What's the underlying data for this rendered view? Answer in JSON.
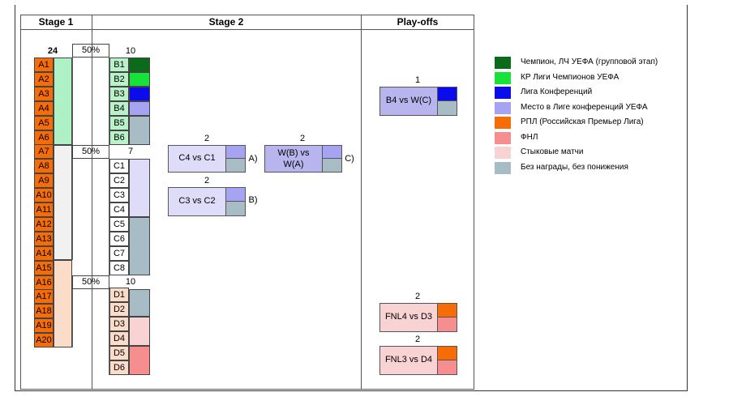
{
  "colors": {
    "ucl_group": "#0b6b1a",
    "ucl_qual": "#17e23a",
    "uecl": "#0b0bec",
    "uecl_place": "#a6a4f2",
    "rpl": "#f66d07",
    "fnl": "#f68d8f",
    "playoff": "#f9d2d4",
    "none": "#a8bcc6",
    "a_top": "#aef1c5",
    "a_mid": "#f1f1f1",
    "a_bot": "#fbdcc9",
    "b_group": "#b9f2c8",
    "c_group": "#dedcf8",
    "d_group": "#fbdcc9",
    "box_bg": "#b7b4ee",
    "box_pink": "#f9d2d4"
  },
  "headers": {
    "stage1": "Stage 1",
    "stage2": "Stage 2",
    "playoffs": "Play-offs"
  },
  "stage1": {
    "count": "24",
    "teams": [
      "A1",
      "A2",
      "A3",
      "A4",
      "A5",
      "A6",
      "A7",
      "A8",
      "A9",
      "A10",
      "A11",
      "A12",
      "A13",
      "A14",
      "A15",
      "A16",
      "A17",
      "A18",
      "A19",
      "A20"
    ]
  },
  "splits": [
    {
      "pct": "50%",
      "count": "10"
    },
    {
      "pct": "50%",
      "count": "7"
    },
    {
      "pct": "50%",
      "count": "10"
    }
  ],
  "group_b": [
    "B1",
    "B2",
    "B3",
    "B4",
    "B5",
    "B6"
  ],
  "group_c": [
    "C1",
    "C2",
    "C3",
    "C4",
    "C5",
    "C6",
    "C7",
    "C8"
  ],
  "group_d": [
    "D1",
    "D2",
    "D3",
    "D4",
    "D5",
    "D6"
  ],
  "matches": [
    {
      "count": "2",
      "label": "C4 vs C1",
      "tag": "A)"
    },
    {
      "count": "2",
      "label": "C3 vs C2",
      "tag": "B)"
    },
    {
      "count": "2",
      "label": "W(B) vs W(A)",
      "tag": "C)"
    },
    {
      "count": "1",
      "label": "B4 vs W(C)"
    },
    {
      "count": "2",
      "label": "FNL4 vs D3"
    },
    {
      "count": "2",
      "label": "FNL3 vs D4"
    }
  ],
  "legend": [
    {
      "label": "Чемпион, ЛЧ УЕФА (групповой этап)",
      "color": "#0b6b1a"
    },
    {
      "label": "КР Лиги Чемпионов УЕФА",
      "color": "#17e23a"
    },
    {
      "label": "Лига Конференций",
      "color": "#0b0bec"
    },
    {
      "label": "Место в Лиге конференций УЕФА",
      "color": "#a6a4f2"
    },
    {
      "label": "РПЛ (Российская Премьер Лига)",
      "color": "#f66d07"
    },
    {
      "label": "ФНЛ",
      "color": "#f68d8f"
    },
    {
      "label": "Стыковые матчи",
      "color": "#f9d2d4"
    },
    {
      "label": "Без награды, без понижения",
      "color": "#a8bcc6"
    }
  ]
}
